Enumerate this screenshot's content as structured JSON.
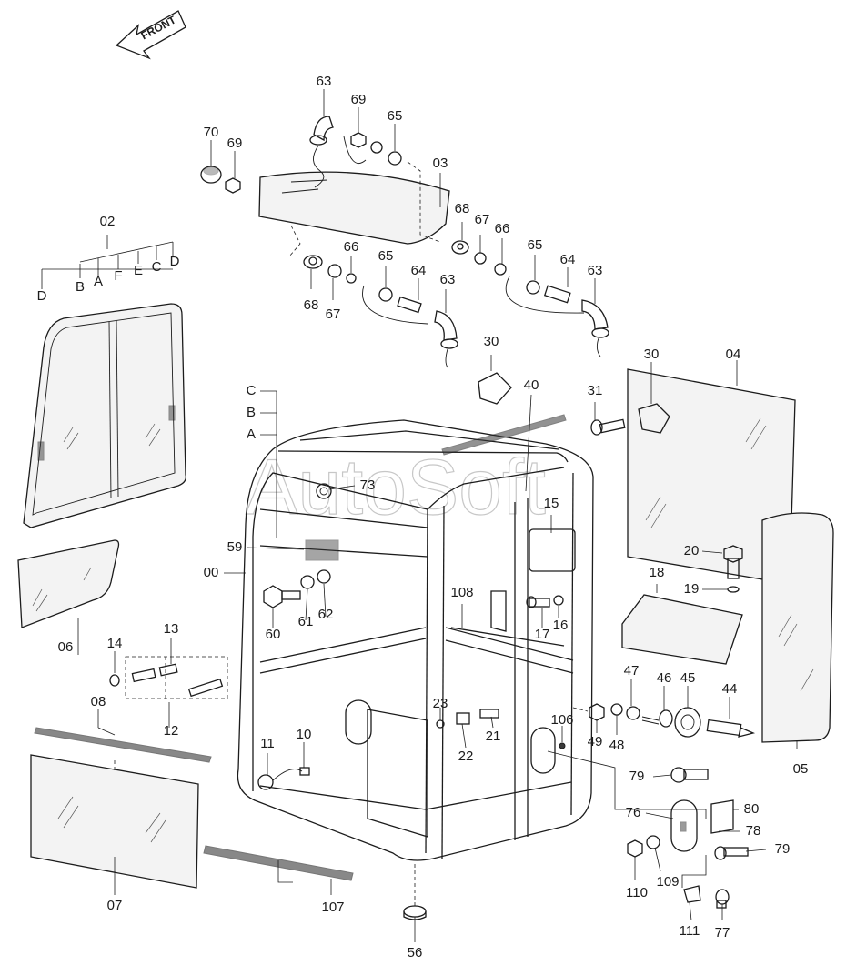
{
  "front_arrow": {
    "text": "FRONT"
  },
  "watermark": {
    "text": "AutoSoft"
  },
  "labels": [
    {
      "id": "l63a",
      "text": "63"
    },
    {
      "id": "l69a",
      "text": "69"
    },
    {
      "id": "l65a",
      "text": "65"
    },
    {
      "id": "l70",
      "text": "70"
    },
    {
      "id": "l69b",
      "text": "69"
    },
    {
      "id": "l03",
      "text": "03"
    },
    {
      "id": "l68a",
      "text": "68"
    },
    {
      "id": "l67a",
      "text": "67"
    },
    {
      "id": "l66a",
      "text": "66"
    },
    {
      "id": "l65b",
      "text": "65"
    },
    {
      "id": "l64a",
      "text": "64"
    },
    {
      "id": "l63b",
      "text": "63"
    },
    {
      "id": "l66b",
      "text": "66"
    },
    {
      "id": "l65c",
      "text": "65"
    },
    {
      "id": "l64b",
      "text": "64"
    },
    {
      "id": "l63c",
      "text": "63"
    },
    {
      "id": "l68b",
      "text": "68"
    },
    {
      "id": "l67b",
      "text": "67"
    },
    {
      "id": "l02",
      "text": "02"
    },
    {
      "id": "lD1",
      "text": "D"
    },
    {
      "id": "lB1",
      "text": "B"
    },
    {
      "id": "lA1",
      "text": "A"
    },
    {
      "id": "lF",
      "text": "F"
    },
    {
      "id": "lE",
      "text": "E"
    },
    {
      "id": "lC1",
      "text": "C"
    },
    {
      "id": "lD2",
      "text": "D"
    },
    {
      "id": "l30a",
      "text": "30"
    },
    {
      "id": "l40",
      "text": "40"
    },
    {
      "id": "l31",
      "text": "31"
    },
    {
      "id": "l30b",
      "text": "30"
    },
    {
      "id": "l04",
      "text": "04"
    },
    {
      "id": "lC2",
      "text": "C"
    },
    {
      "id": "lB2",
      "text": "B"
    },
    {
      "id": "lA2",
      "text": "A"
    },
    {
      "id": "l73",
      "text": "73"
    },
    {
      "id": "l15",
      "text": "15"
    },
    {
      "id": "l59",
      "text": "59"
    },
    {
      "id": "l00",
      "text": "00"
    },
    {
      "id": "l20",
      "text": "20"
    },
    {
      "id": "l18",
      "text": "18"
    },
    {
      "id": "l19",
      "text": "19"
    },
    {
      "id": "l108",
      "text": "108"
    },
    {
      "id": "l60",
      "text": "60"
    },
    {
      "id": "l61",
      "text": "61"
    },
    {
      "id": "l62",
      "text": "62"
    },
    {
      "id": "l17",
      "text": "17"
    },
    {
      "id": "l16",
      "text": "16"
    },
    {
      "id": "l06",
      "text": "06"
    },
    {
      "id": "l13",
      "text": "13"
    },
    {
      "id": "l14",
      "text": "14"
    },
    {
      "id": "l12",
      "text": "12"
    },
    {
      "id": "l47",
      "text": "47"
    },
    {
      "id": "l46",
      "text": "46"
    },
    {
      "id": "l45",
      "text": "45"
    },
    {
      "id": "l44",
      "text": "44"
    },
    {
      "id": "l08",
      "text": "08"
    },
    {
      "id": "l23",
      "text": "23"
    },
    {
      "id": "l106",
      "text": "106"
    },
    {
      "id": "l49",
      "text": "49"
    },
    {
      "id": "l48",
      "text": "48"
    },
    {
      "id": "l21",
      "text": "21"
    },
    {
      "id": "l22",
      "text": "22"
    },
    {
      "id": "l10",
      "text": "10"
    },
    {
      "id": "l11",
      "text": "11"
    },
    {
      "id": "l05",
      "text": "05"
    },
    {
      "id": "l79a",
      "text": "79"
    },
    {
      "id": "l80",
      "text": "80"
    },
    {
      "id": "l76",
      "text": "76"
    },
    {
      "id": "l78",
      "text": "78"
    },
    {
      "id": "l79b",
      "text": "79"
    },
    {
      "id": "l110",
      "text": "110"
    },
    {
      "id": "l109",
      "text": "109"
    },
    {
      "id": "l07",
      "text": "07"
    },
    {
      "id": "l107",
      "text": "107"
    },
    {
      "id": "l111",
      "text": "111"
    },
    {
      "id": "l77",
      "text": "77"
    },
    {
      "id": "l56",
      "text": "56"
    }
  ]
}
